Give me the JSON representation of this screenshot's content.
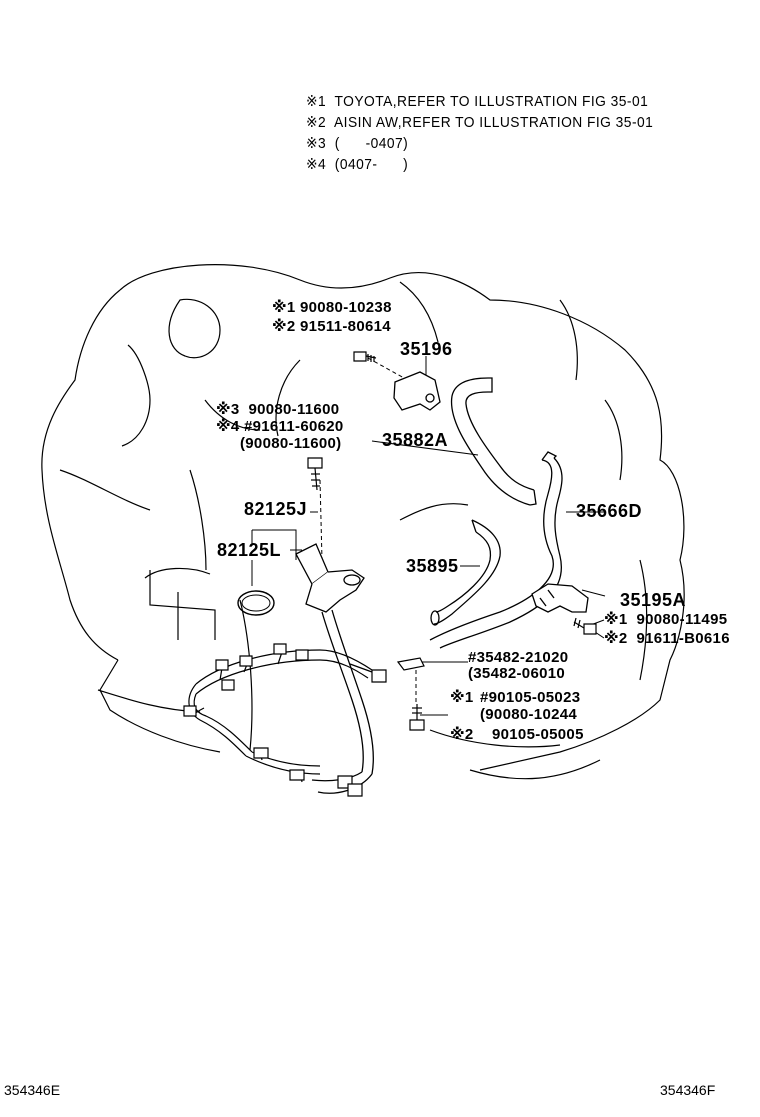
{
  "notes": [
    {
      "mark": "※1",
      "text": "TOYOTA,REFER TO ILLUSTRATION FIG 35-01"
    },
    {
      "mark": "※2",
      "text": "AISIN AW,REFER TO ILLUSTRATION FIG 35-01"
    },
    {
      "mark": "※3",
      "text": "(      -0407)"
    },
    {
      "mark": "※4",
      "text": "(0407-      )"
    }
  ],
  "labels": {
    "bolt_top_1": "※1 90080-10238",
    "bolt_top_2": "※2 91511-80614",
    "p35196": "35196",
    "bolt_mid_1": "※3  90080-11600",
    "bolt_mid_2": "※4 #91611-60620",
    "bolt_mid_3": "(90080-11600)",
    "p35882a": "35882A",
    "p82125j": "82125J",
    "p82125l": "82125L",
    "p35666d": "35666D",
    "p35895": "35895",
    "p35195a": "35195A",
    "bolt_right_1": "※1  90080-11495",
    "bolt_right_2": "※2  91611-B0616",
    "clip_1": "#35482-21020",
    "clip_2": "(35482-06010",
    "bolt_low_1_mark": "※1",
    "bolt_low_1": "#90105-05023",
    "bolt_low_2": "(90080-10244",
    "bolt_low_3_mark": "※2",
    "bolt_low_3": "90105-05005"
  },
  "footer": {
    "left": "354346E",
    "right": "354346F"
  }
}
